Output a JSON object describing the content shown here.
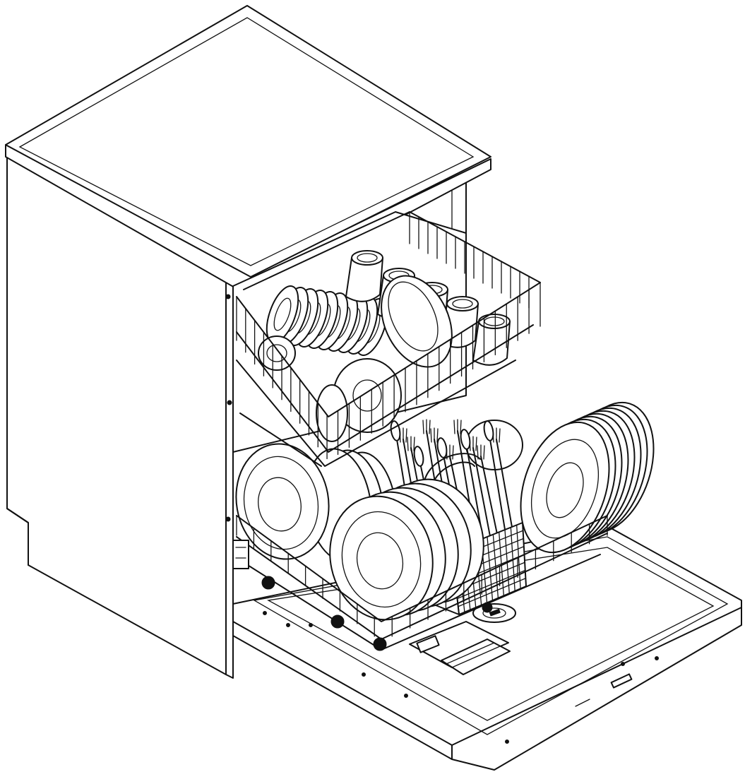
{
  "illustration": {
    "subject": "open-dishwasher",
    "style": "black-and-white line drawing",
    "colors": {
      "ink": "#111111",
      "paper": "#ffffff"
    },
    "counts": {
      "upper_rack_cups": 5,
      "upper_rack_small_plates": 10,
      "lower_rack_plates_right": 8,
      "lower_rack_plates_front": 5,
      "rack_wheels": 4
    }
  }
}
